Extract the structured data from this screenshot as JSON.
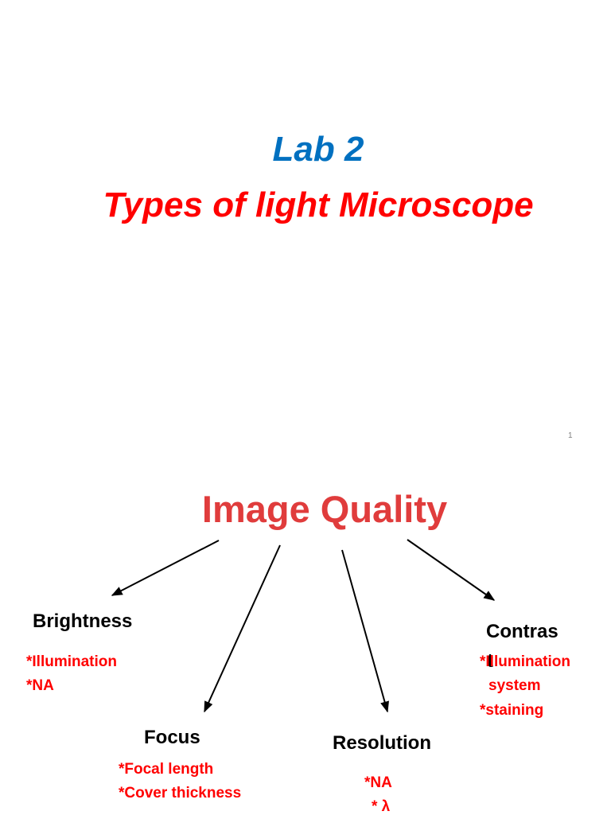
{
  "colors": {
    "blue": "#0070c0",
    "red": "#ff0000",
    "title_red": "#e03c3c",
    "black": "#000000"
  },
  "slide1": {
    "lab_title": "Lab 2",
    "main_title": "Types of light Microscope",
    "page_number": "1"
  },
  "slide2": {
    "title": "Image Quality",
    "brightness": {
      "heading": "Brightness",
      "items": [
        "*Illumination",
        "*NA"
      ]
    },
    "focus": {
      "heading": "Focus",
      "items": [
        "*Focal length",
        "*Cover thickness"
      ]
    },
    "resolution": {
      "heading": "Resolution",
      "items": [
        "*NA",
        "* λ"
      ]
    },
    "contrast": {
      "heading_line1": "Contras",
      "heading_line2": "t",
      "items": [
        "*Illumination",
        "system",
        "*staining"
      ]
    }
  }
}
